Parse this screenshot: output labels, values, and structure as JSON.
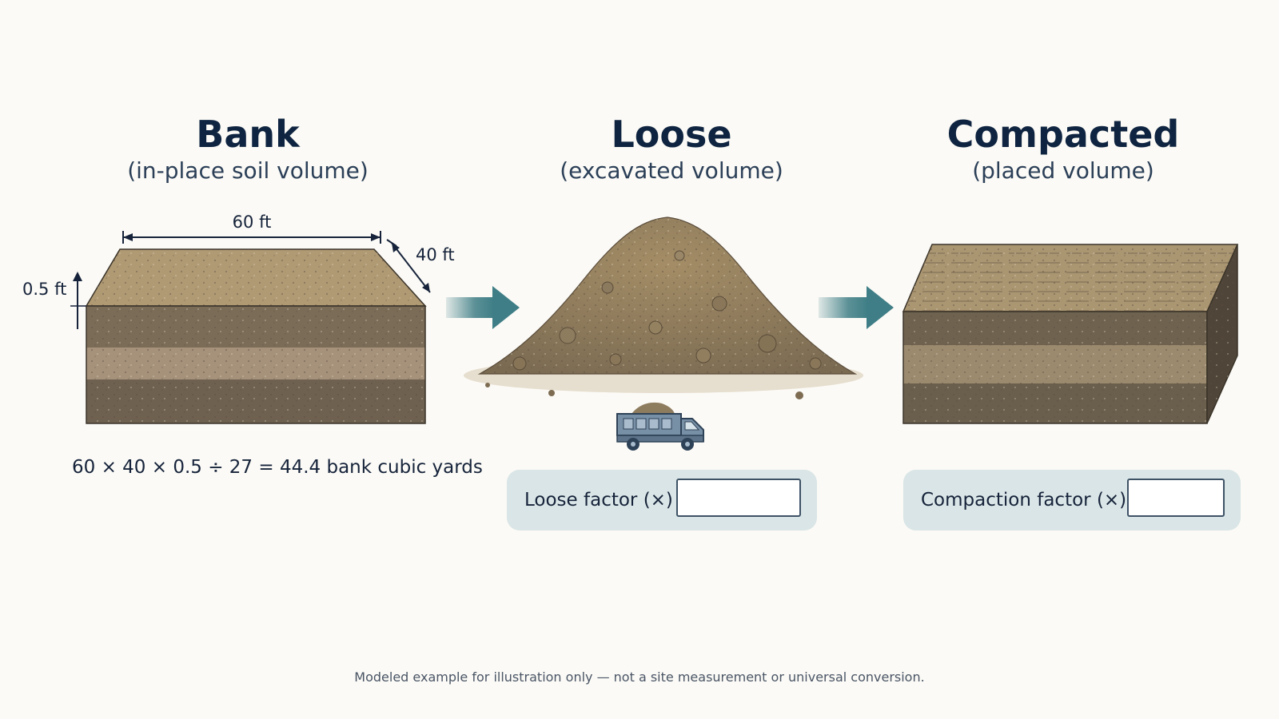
{
  "columns": {
    "bank": {
      "title": "Bank",
      "subtitle": "(in-place soil volume)"
    },
    "loose": {
      "title": "Loose",
      "subtitle": "(excavated volume)"
    },
    "compacted": {
      "title": "Compacted",
      "subtitle": "(placed volume)"
    }
  },
  "dimensions": {
    "length": "60 ft",
    "width": "40 ft",
    "depth": "0.5 ft"
  },
  "equation": "60 × 40 × 0.5 ÷ 27 = 44.4 bank cubic yards",
  "loose_factor": {
    "label": "Loose factor (×)",
    "value": ""
  },
  "compaction_factor": {
    "label": "Compaction factor (×)",
    "value": ""
  },
  "footnote": "Modeled example for illustration only — not a site measurement or universal conversion.",
  "colors": {
    "soil_top": "#b09a74",
    "soil_dark": "#6e6150",
    "soil_light": "#9d8b6d",
    "arrow": "#3f7e86",
    "factor_bg": "#d9e5e6"
  }
}
